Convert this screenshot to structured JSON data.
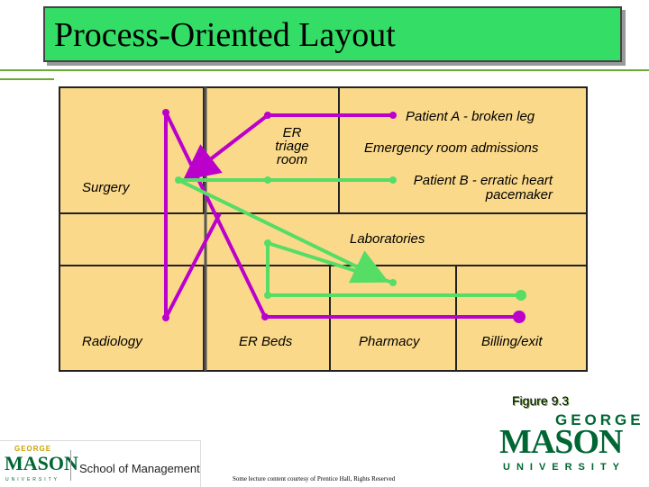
{
  "title": "Process-Oriented Layout",
  "figure_caption": "Figure 9.3",
  "labels": {
    "er_triage": "ER\ntriage\nroom",
    "patient_a": "Patient A - broken leg",
    "emergency": "Emergency room admissions",
    "patient_b": "Patient B - erratic heart\npacemaker",
    "surgery": "Surgery",
    "laboratories": "Laboratories",
    "radiology": "Radiology",
    "er_beds": "ER Beds",
    "pharmacy": "Pharmacy",
    "billing": "Billing/exit"
  },
  "logo": {
    "george": "GEORGE",
    "mason": "MASON",
    "university": "UNIVERSITY",
    "school": "School of Management"
  },
  "credit": "Some lecture content courtesy of Prentice Hall, Rights Reserved",
  "colors": {
    "title_bg": "#33dd66",
    "room_fill": "#fbd98a",
    "patient_a_path": "#bb00cc",
    "patient_b_path": "#55dd66",
    "brand_green": "#006633"
  }
}
